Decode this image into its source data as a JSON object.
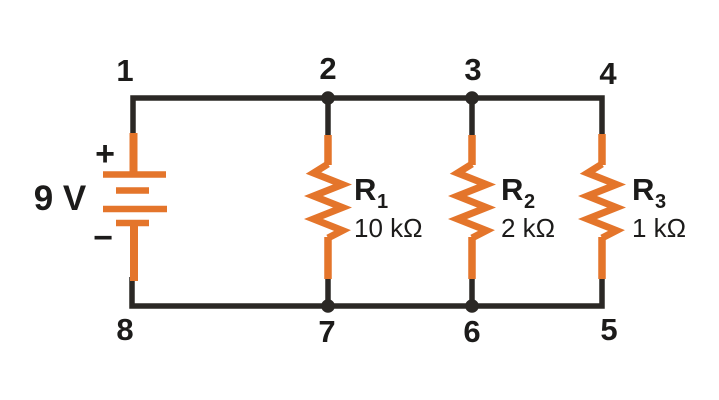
{
  "circuit": {
    "battery": {
      "voltage": "9 V",
      "plus": "+",
      "minus": "−"
    },
    "nodes": {
      "n1": "1",
      "n2": "2",
      "n3": "3",
      "n4": "4",
      "n5": "5",
      "n6": "6",
      "n7": "7",
      "n8": "8"
    },
    "resistors": [
      {
        "label": "R",
        "subscript": "1",
        "value": "10 kΩ"
      },
      {
        "label": "R",
        "subscript": "2",
        "value": "2 kΩ"
      },
      {
        "label": "R",
        "subscript": "3",
        "value": "1 kΩ"
      }
    ],
    "colors": {
      "component": "#E4752B",
      "wire": "#2B2825",
      "text": "#1C1B1A",
      "background": "#FFFFFF"
    }
  }
}
